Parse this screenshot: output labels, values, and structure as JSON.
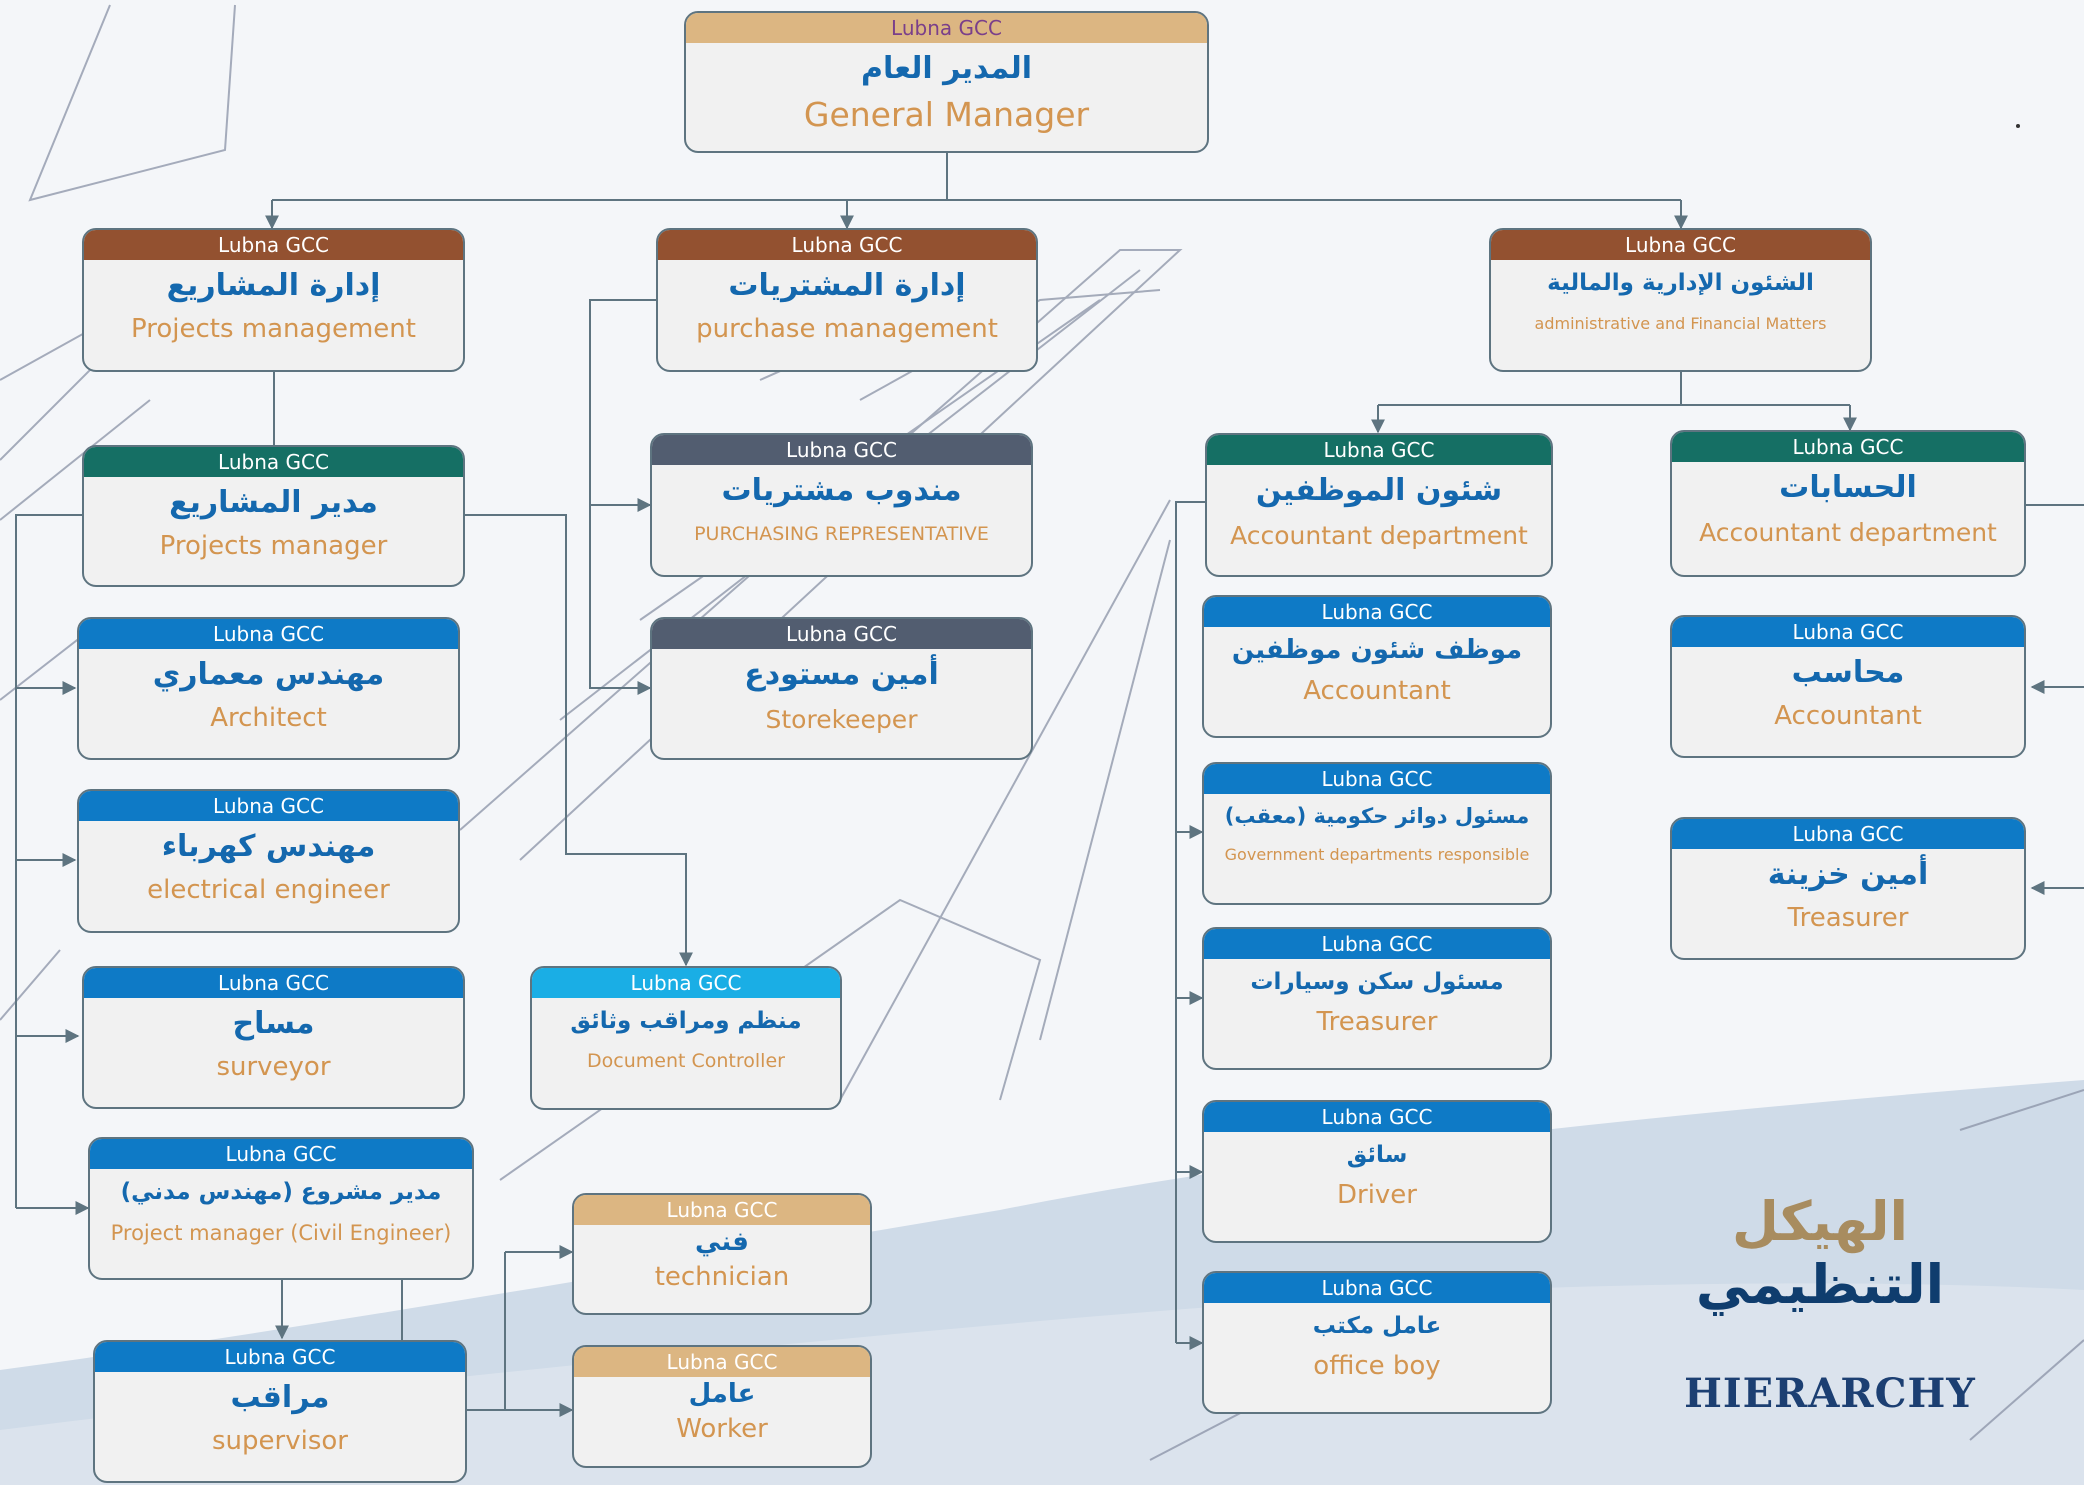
{
  "brand": "Lubna GCC",
  "colors": {
    "arabic_text": "#1468ae",
    "english_text": "#d39550",
    "connector": "#5e7480",
    "header_gold": "#dcb682",
    "header_brown": "#935130",
    "header_green": "#156f64",
    "header_slate": "#525d70",
    "header_blue": "#0e7ac6",
    "header_cyan": "#1aaee5",
    "title_dark": "#0f3d6e",
    "title_gold": "#a88c5f"
  },
  "title": {
    "arabic_part1": "الهيكل",
    "arabic_part2": "التنظيمي",
    "english": "HIERARCHY"
  },
  "nodes": {
    "general_manager": {
      "brand": "Lubna GCC",
      "ar": "المدير العام",
      "en": "General Manager"
    },
    "projects_management": {
      "brand": "Lubna GCC",
      "ar": "إدارة المشاريع",
      "en": "Projects management"
    },
    "purchase_management": {
      "brand": "Lubna GCC",
      "ar": "إدارة المشتريات",
      "en": "purchase management"
    },
    "admin_financial": {
      "brand": "Lubna GCC",
      "ar": "الشئون الإدارية والمالية",
      "en": "administrative and Financial Matters"
    },
    "projects_manager": {
      "brand": "Lubna GCC",
      "ar": "مدير المشاريع",
      "en": "Projects manager"
    },
    "purchasing_rep": {
      "brand": "Lubna GCC",
      "ar": "مندوب مشتريات",
      "en": "PURCHASING REPRESENTATIVE"
    },
    "employee_affairs": {
      "brand": "Lubna GCC",
      "ar": "شئون الموظفين",
      "en": "Accountant department"
    },
    "accounts": {
      "brand": "Lubna GCC",
      "ar": "الحسابات",
      "en": "Accountant department"
    },
    "architect": {
      "brand": "Lubna GCC",
      "ar": "مهندس معماري",
      "en": "Architect"
    },
    "storekeeper": {
      "brand": "Lubna GCC",
      "ar": "أمين مستودع",
      "en": "Storekeeper"
    },
    "hr_employee": {
      "brand": "Lubna GCC",
      "ar": "موظف شئون موظفين",
      "en": "Accountant"
    },
    "accountant": {
      "brand": "Lubna GCC",
      "ar": "محاسب",
      "en": "Accountant"
    },
    "electrical_engineer": {
      "brand": "Lubna GCC",
      "ar": "مهندس كهرباء",
      "en": "electrical engineer"
    },
    "gov_responsible": {
      "brand": "Lubna GCC",
      "ar": "مسئول دوائر حكومية (معقب)",
      "en": "Government departments responsible"
    },
    "treasurer": {
      "brand": "Lubna GCC",
      "ar": "أمين خزينة",
      "en": "Treasurer"
    },
    "surveyor": {
      "brand": "Lubna GCC",
      "ar": "مساح",
      "en": "surveyor"
    },
    "document_controller": {
      "brand": "Lubna GCC",
      "ar": "منظم ومراقب وثائق",
      "en": "Document Controller"
    },
    "housing_cars": {
      "brand": "Lubna GCC",
      "ar": "مسئول سكن وسيارات",
      "en": "Treasurer"
    },
    "project_manager_civil": {
      "brand": "Lubna GCC",
      "ar": "مدير مشروع (مهندس مدني)",
      "en": "Project manager (Civil Engineer)"
    },
    "driver": {
      "brand": "Lubna GCC",
      "ar": "سائق",
      "en": "Driver"
    },
    "technician": {
      "brand": "Lubna GCC",
      "ar": "فني",
      "en": "technician"
    },
    "office_boy": {
      "brand": "Lubna GCC",
      "ar": "عامل مكتب",
      "en": "office boy"
    },
    "supervisor": {
      "brand": "Lubna GCC",
      "ar": "مراقب",
      "en": "supervisor"
    },
    "worker": {
      "brand": "Lubna GCC",
      "ar": "عامل",
      "en": "Worker"
    }
  }
}
